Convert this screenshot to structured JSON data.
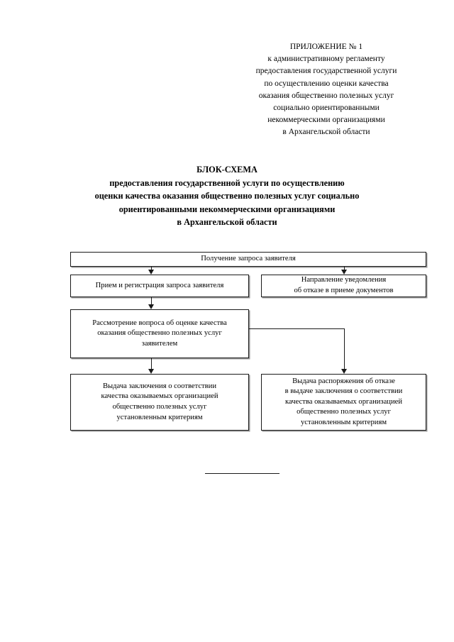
{
  "appendix_header": {
    "lines": [
      "ПРИЛОЖЕНИЕ № 1",
      "к административному регламенту",
      "предоставления государственной услуги",
      "по осуществлению оценки качества",
      "оказания общественно полезных услуг",
      "социально ориентированными",
      "некоммерческими организациями",
      "в Архангельской области"
    ]
  },
  "doc_title": {
    "lines": [
      "БЛОК-СХЕМА",
      "предоставления государственной услуги по осуществлению",
      "оценки качества оказания общественно полезных услуг социально",
      "ориентированными некоммерческими организациями",
      "в Архангельской области"
    ]
  },
  "flowchart": {
    "nodes": [
      {
        "id": "receive",
        "lines": [
          "Получение запроса заявителя"
        ]
      },
      {
        "id": "register",
        "lines": [
          "Прием и регистрация запроса заявителя"
        ]
      },
      {
        "id": "refusal",
        "lines": [
          "Направление уведомления",
          "об отказе в приеме документов"
        ]
      },
      {
        "id": "review",
        "lines": [
          "Рассмотрение вопроса об оценке качества",
          "оказания общественно полезных услуг",
          "заявителем"
        ]
      },
      {
        "id": "issue",
        "lines": [
          "Выдача заключения о соответствии",
          "качества оказываемых организацией",
          "общественно полезных услуг",
          "установленным критериям"
        ]
      },
      {
        "id": "deny",
        "lines": [
          "Выдача распоряжения об отказе",
          "в выдаче заключения о соответствии",
          "качества оказываемых организацией",
          "общественно полезных услуг",
          "установленным критериям"
        ]
      }
    ]
  },
  "colors": {
    "ink": "#1a1a1a",
    "page": "#ffffff",
    "shadow": "#9a9a9a"
  }
}
